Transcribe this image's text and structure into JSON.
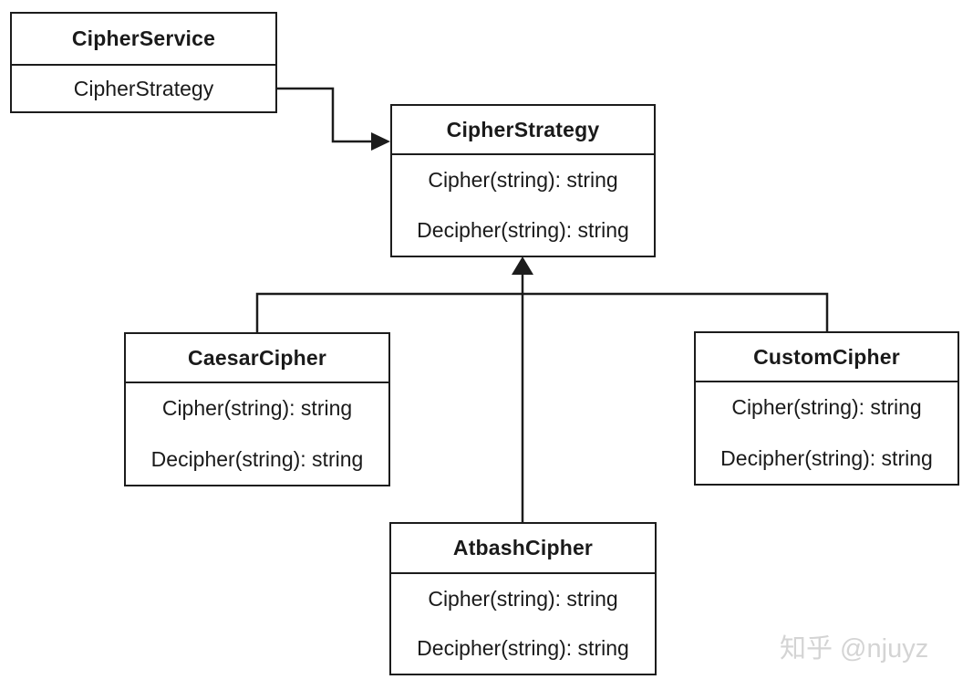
{
  "classes": {
    "cipher_service": {
      "name": "CipherService",
      "attributes": [
        "CipherStrategy"
      ]
    },
    "cipher_strategy": {
      "name": "CipherStrategy",
      "methods": [
        "Cipher(string): string",
        "Decipher(string): string"
      ]
    },
    "caesar_cipher": {
      "name": "CaesarCipher",
      "methods": [
        "Cipher(string): string",
        "Decipher(string): string"
      ]
    },
    "custom_cipher": {
      "name": "CustomCipher",
      "methods": [
        "Cipher(string): string",
        "Decipher(string): string"
      ]
    },
    "atbash_cipher": {
      "name": "AtbashCipher",
      "methods": [
        "Cipher(string): string",
        "Decipher(string): string"
      ]
    }
  },
  "relationships": [
    {
      "type": "association",
      "from": "CipherService",
      "to": "CipherStrategy"
    },
    {
      "type": "generalization",
      "from": "CaesarCipher",
      "to": "CipherStrategy"
    },
    {
      "type": "generalization",
      "from": "AtbashCipher",
      "to": "CipherStrategy"
    },
    {
      "type": "generalization",
      "from": "CustomCipher",
      "to": "CipherStrategy"
    }
  ],
  "watermark": "知乎 @njuyz",
  "colors": {
    "line": "#1c1c1c",
    "background": "#ffffff",
    "watermark": "#d4d4d4"
  }
}
